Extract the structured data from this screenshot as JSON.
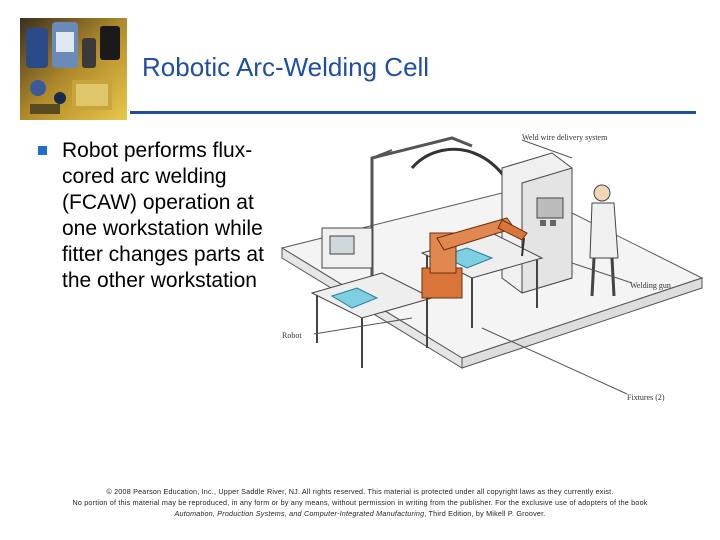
{
  "slide": {
    "title": "Robotic Arc-Welding Cell",
    "accent_color": "#1f4f9e",
    "bullet": "Robot performs flux-cored arc welding (FCAW) operation at one workstation while fitter changes parts at the other workstation"
  },
  "figure": {
    "labels": {
      "wire": "Weld wire delivery system",
      "robot": "Robot",
      "gun": "Welding gun",
      "fixtures": "Fixtures (2)"
    }
  },
  "footer": {
    "line1": "© 2008 Pearson Education, Inc., Upper Saddle River, NJ. All rights reserved. This material is protected under all copyright laws as they currently exist.",
    "line2": "No portion of this material may be reproduced, in any form or by any means, without permission in writing from the publisher. For the exclusive use of adopters of the book",
    "book_title": "Automation, Production Systems, and Computer-Integrated Manufacturing",
    "line3_rest": ", Third Edition, by Mikell P. Groover."
  }
}
